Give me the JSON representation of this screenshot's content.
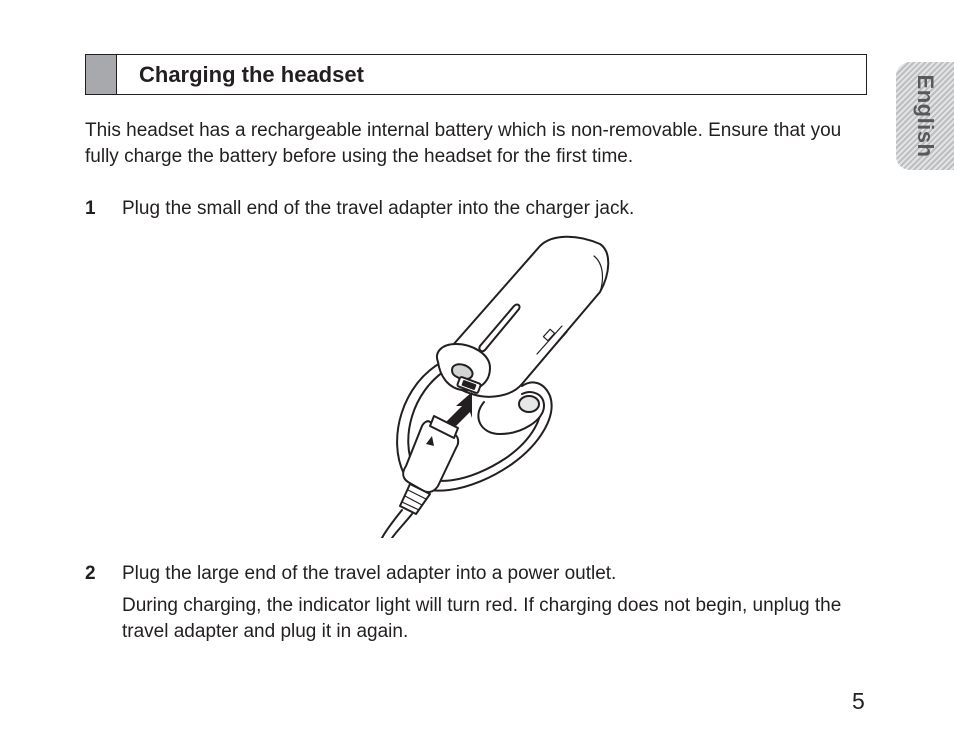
{
  "header": {
    "title": "Charging the headset"
  },
  "language_tab": {
    "label": "English"
  },
  "intro": {
    "text": "This headset has a rechargeable internal battery which is non-removable. Ensure that you fully charge the battery before using the headset for the first time."
  },
  "steps": [
    {
      "number": "1",
      "text": "Plug the small end of the travel adapter into the charger jack."
    },
    {
      "number": "2",
      "text": "Plug the large end of the travel adapter into a power outlet.",
      "note": "During charging, the indicator light will turn red. If charging does not begin, unplug the travel adapter and plug it in again."
    }
  ],
  "illustration": {
    "icon": "headset-charging-illustration"
  },
  "page": {
    "number": "5"
  },
  "colors": {
    "text": "#231f20",
    "header_marker": "#a7a9ac",
    "tab_text": "#58595b"
  }
}
